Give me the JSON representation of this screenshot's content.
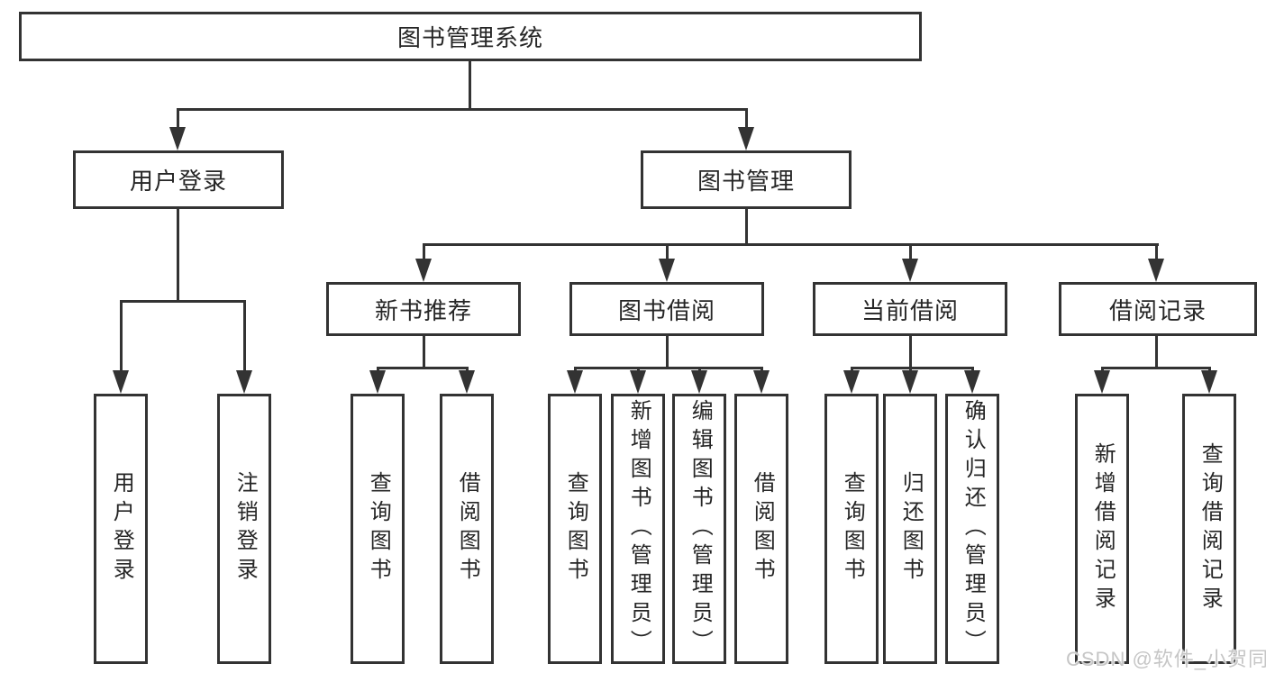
{
  "tree": {
    "root": {
      "label": "图书管理系统"
    },
    "branches": [
      {
        "label": "用户登录",
        "leaves": [
          {
            "label": "用户登录"
          },
          {
            "label": "注销登录"
          }
        ]
      },
      {
        "label": "图书管理",
        "sections": [
          {
            "label": "新书推荐",
            "leaves": [
              {
                "label": "查询图书"
              },
              {
                "label": "借阅图书"
              }
            ]
          },
          {
            "label": "图书借阅",
            "leaves": [
              {
                "label": "查询图书"
              },
              {
                "label": "新增图书（管理员）"
              },
              {
                "label": "编辑图书（管理员）"
              },
              {
                "label": "借阅图书"
              }
            ]
          },
          {
            "label": "当前借阅",
            "leaves": [
              {
                "label": "查询图书"
              },
              {
                "label": "归还图书"
              },
              {
                "label": "确认归还（管理员）"
              }
            ]
          },
          {
            "label": "借阅记录",
            "leaves": [
              {
                "label": "新增借阅记录"
              },
              {
                "label": "查询借阅记录"
              }
            ]
          }
        ]
      }
    ]
  },
  "watermark": {
    "text": "CSDN @软件_小贺同学"
  },
  "colors": {
    "line": "#333333",
    "text": "#262626",
    "watermark": "#c6c6c6",
    "background": "#ffffff"
  }
}
